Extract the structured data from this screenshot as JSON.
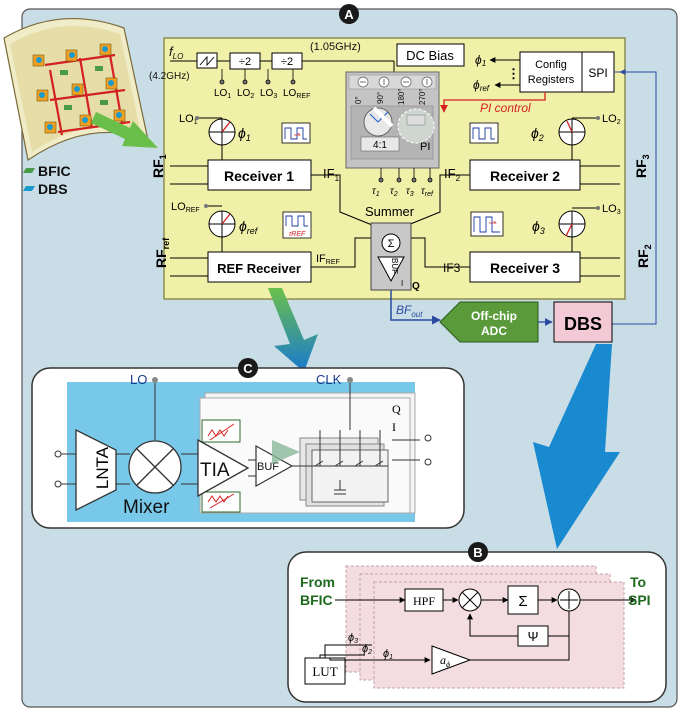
{
  "markers": {
    "a": "A",
    "b": "B",
    "c": "C"
  },
  "legend": {
    "bfic": "BFIC",
    "dbs": "DBS",
    "bfic_color": "#4a9a4a",
    "dbs_color": "#1a9acd"
  },
  "colors": {
    "bg": "#c8dde6",
    "chip": "#f0f0a8",
    "chip_border": "#8c8c50",
    "pi_panel": "#c4c4c4",
    "dbs_box": "#f4c9d6",
    "adc": "#5a9a3a",
    "red_wire": "#d42020",
    "blue_wire": "#2a4aa0",
    "panel_b_bg": "#f3dde0",
    "panel_c_blue": "#78c8ea",
    "arrow_blue": "#1a8ad0",
    "arrow_green": "#6abf4b"
  },
  "chip": {
    "f_lo": "f",
    "f_lo_sub": "LO",
    "freq_in": "(4.2GHz)",
    "freq_div": "(1.05GHz)",
    "div1": "÷2",
    "div2": "÷2",
    "lo_taps": [
      {
        "base": "LO",
        "sub": "1"
      },
      {
        "base": "LO",
        "sub": "2"
      },
      {
        "base": "LO",
        "sub": "3"
      },
      {
        "base": "LO",
        "sub": "REF"
      }
    ],
    "dc_bias": "DC Bias",
    "pi_angles": [
      "0°",
      "90°",
      "180°",
      "270°"
    ],
    "pi_ratio": "4:1",
    "pi_label": "PI",
    "taus": [
      {
        "base": "τ",
        "sub": "1"
      },
      {
        "base": "τ",
        "sub": "2"
      },
      {
        "base": "τ",
        "sub": "3"
      },
      {
        "base": "τ",
        "sub": "ref"
      }
    ],
    "phi1_sym": "ϕ",
    "phi_ref_sym": "ϕ",
    "phi1_sub": "1",
    "phi_ref_sub": "ref",
    "dots": "⋮",
    "config": "Config",
    "registers": "Registers",
    "spi": "SPI",
    "pi_control": "PI control",
    "receivers": {
      "r1": "Receiver 1",
      "r2": "Receiver 2",
      "r3": "Receiver 3",
      "ref": "REF Receiver"
    },
    "lo_labels": {
      "lo1": {
        "base": "LO",
        "sub": "1"
      },
      "lo2": {
        "base": "LO",
        "sub": "2"
      },
      "lo3": {
        "base": "LO",
        "sub": "3"
      },
      "loref": {
        "base": "LO",
        "sub": "REF"
      }
    },
    "phase_labels": {
      "p1": {
        "base": "ϕ",
        "sub": "1"
      },
      "p2": {
        "base": "ϕ",
        "sub": "2"
      },
      "p3": {
        "base": "ϕ",
        "sub": "3"
      },
      "pref": {
        "base": "ϕ",
        "sub": "ref"
      }
    },
    "tau_ref": "τREF",
    "if_labels": {
      "if1": {
        "base": "IF",
        "sub": "1"
      },
      "if2": {
        "base": "IF",
        "sub": "2"
      },
      "if3": {
        "base": "IF3",
        "sub": ""
      },
      "ifref": {
        "base": "IF",
        "sub": "REF"
      }
    },
    "summer": "Summer",
    "sigma": "Σ",
    "buf": "BUF",
    "i": "I",
    "q": "Q",
    "rf": {
      "rf1": {
        "base": "RF",
        "sub": "1"
      },
      "rfref": {
        "base": "RF",
        "sub": "ref"
      },
      "rf3": {
        "base": "RF",
        "sub": "3"
      },
      "rf2": {
        "base": "RF",
        "sub": "2"
      }
    }
  },
  "bf_out": {
    "base": "BF",
    "sub": "out"
  },
  "adc": {
    "line1": "Off-chip",
    "line2": "ADC"
  },
  "dbs_box": "DBS",
  "panel_c": {
    "lo": "LO",
    "clk": "CLK",
    "q": "Q",
    "i": "I",
    "lnta": "LNTA",
    "mixer": "Mixer",
    "tia": "TIA",
    "buf": "BUF"
  },
  "panel_b": {
    "from1": "From",
    "from2": "BFIC",
    "to1": "To",
    "to2": "SPI",
    "hpf": "HPF",
    "sum": "Σ",
    "psi": "Ψ",
    "lut": "LUT",
    "a_phi": "a",
    "a_phi_sub": "ϕ",
    "phis": [
      {
        "base": "ϕ",
        "sub": "3"
      },
      {
        "base": "ϕ",
        "sub": "2"
      },
      {
        "base": "ϕ",
        "sub": "1"
      }
    ]
  }
}
